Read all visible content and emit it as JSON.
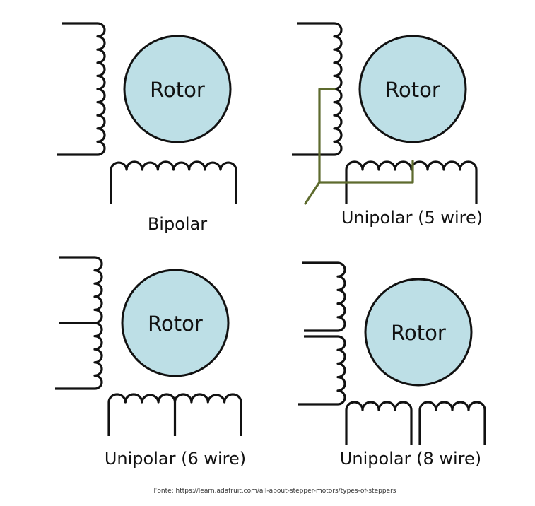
{
  "colors": {
    "rotor_fill": "#bddfe6",
    "coil_stroke": "#111111",
    "tap_wire": "#5e6b2e",
    "background": "#ffffff"
  },
  "panels": [
    {
      "id": "bipolar",
      "rotor_label": "Rotor",
      "caption": "Bipolar"
    },
    {
      "id": "unipolar5",
      "rotor_label": "Rotor",
      "caption": "Unipolar (5 wire)"
    },
    {
      "id": "unipolar6",
      "rotor_label": "Rotor",
      "caption": "Unipolar (6 wire)"
    },
    {
      "id": "unipolar8",
      "rotor_label": "Rotor",
      "caption": "Unipolar (8 wire)"
    }
  ],
  "source_note": "Fonte: https://learn.adafruit.com/all-about-stepper-motors/types-of-steppers"
}
